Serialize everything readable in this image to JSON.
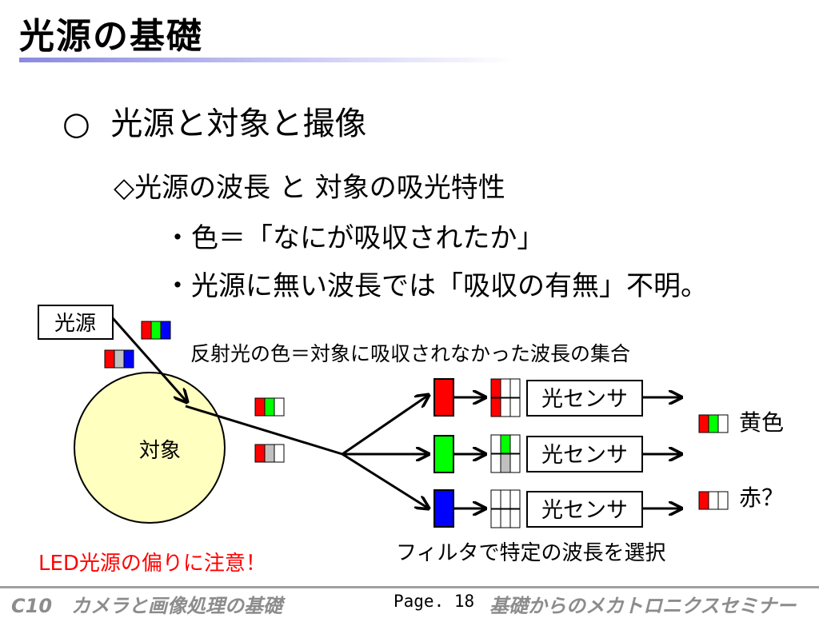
{
  "title": "光源の基礎",
  "heading": {
    "bullet": "○",
    "text": "光源と対象と撮像"
  },
  "sub1": "◇光源の波長 と 対象の吸光特性",
  "sub2": "・色＝「なにが吸収されたか」",
  "sub3": "・光源に無い波長では「吸収の有無」不明。",
  "diagram": {
    "light_source": "光源",
    "object": "対象",
    "reflected_caption": "反射光の色＝対象に吸収されなかった波長の集合",
    "sensor_label": "光センサ",
    "result_yellow": "黄色",
    "result_red": "赤？",
    "filter_caption": "フィルタで特定の波長を選択",
    "warning": "LED光源の偏りに注意！",
    "colors": {
      "red": "#ff0000",
      "green": "#00ff00",
      "blue": "#0000ff",
      "gray": "#c0c0c0",
      "object_fill": "#ffffc0",
      "warning": "#ff0000"
    }
  },
  "footer": {
    "left": "C10　カメラと画像処理の基礎",
    "page": "Page. 18",
    "right": "基礎からのメカトロニクスセミナー"
  }
}
